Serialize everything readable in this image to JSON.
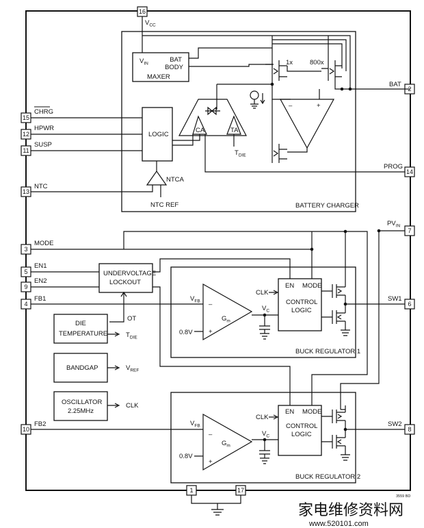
{
  "pins": {
    "vcc": {
      "num": "16",
      "label": "V",
      "sub": "CC"
    },
    "chrg": {
      "num": "15",
      "label": "CHRG"
    },
    "hpwr": {
      "num": "12",
      "label": "HPWR"
    },
    "susp": {
      "num": "11",
      "label": "SUSP"
    },
    "ntc": {
      "num": "13",
      "label": "NTC"
    },
    "bat": {
      "num": "2",
      "label": "BAT"
    },
    "prog": {
      "num": "14",
      "label": "PROG"
    },
    "pvin": {
      "num": "7",
      "label": "PV",
      "sub": "IN"
    },
    "mode": {
      "num": "3",
      "label": "MODE"
    },
    "en1": {
      "num": "5",
      "label": "EN1"
    },
    "en2": {
      "num": "9",
      "label": "EN2"
    },
    "fb1": {
      "num": "4",
      "label": "FB1"
    },
    "sw1": {
      "num": "6",
      "label": "SW1"
    },
    "fb2": {
      "num": "10",
      "label": "FB2"
    },
    "sw2": {
      "num": "8",
      "label": "SW2"
    },
    "gnd1": {
      "num": "1"
    },
    "gnd2": {
      "num": "17"
    }
  },
  "blocks": {
    "maxer": {
      "vin": "V",
      "vin_sub": "IN",
      "bat": "BAT",
      "body": "BODY",
      "title": "MAXER"
    },
    "sense_1x": "1x",
    "sense_800x": "800x",
    "charger_logic": "LOGIC",
    "ca": "CA",
    "ta": "TA",
    "tdie": {
      "label": "T",
      "sub": "DIE"
    },
    "ntca": "NTCA",
    "ntc_ref": "NTC REF",
    "amp_minus": "–",
    "amp_plus": "+",
    "battery_charger": "BATTERY CHARGER",
    "uvlo": {
      "line1": "UNDERVOLTAGE",
      "line2": "LOCKOUT"
    },
    "die_temp": {
      "line1": "DIE",
      "line2": "TEMPERATURE",
      "ot": "OT",
      "out": "T",
      "out_sub": "DIE"
    },
    "bandgap": {
      "title": "BANDGAP",
      "out": "V",
      "out_sub": "REF"
    },
    "oscillator": {
      "line1": "OSCILLATOR",
      "line2": "2.25MHz",
      "out": "CLK"
    }
  },
  "buck1": {
    "vfb": "V",
    "vfb_sub": "FB",
    "minus": "–",
    "plus": "+",
    "gm": "G",
    "gm_sub": "m",
    "ref": "0.8V",
    "vc": "V",
    "vc_sub": "C",
    "clk": "CLK",
    "en": "EN",
    "mode": "MODE",
    "logic1": "CONTROL",
    "logic2": "LOGIC",
    "title": "BUCK REGULATOR 1"
  },
  "buck2": {
    "vfb": "V",
    "vfb_sub": "FB",
    "minus": "–",
    "plus": "+",
    "gm": "G",
    "gm_sub": "m",
    "ref": "0.8V",
    "vc": "V",
    "vc_sub": "C",
    "clk": "CLK",
    "en": "EN",
    "mode": "MODE",
    "logic1": "CONTROL",
    "logic2": "LOGIC",
    "title": "BUCK REGULATOR 2"
  },
  "figure_code": "3559 BD",
  "watermark": {
    "cn": "家电维修资料网",
    "url": "www.520101.com"
  }
}
